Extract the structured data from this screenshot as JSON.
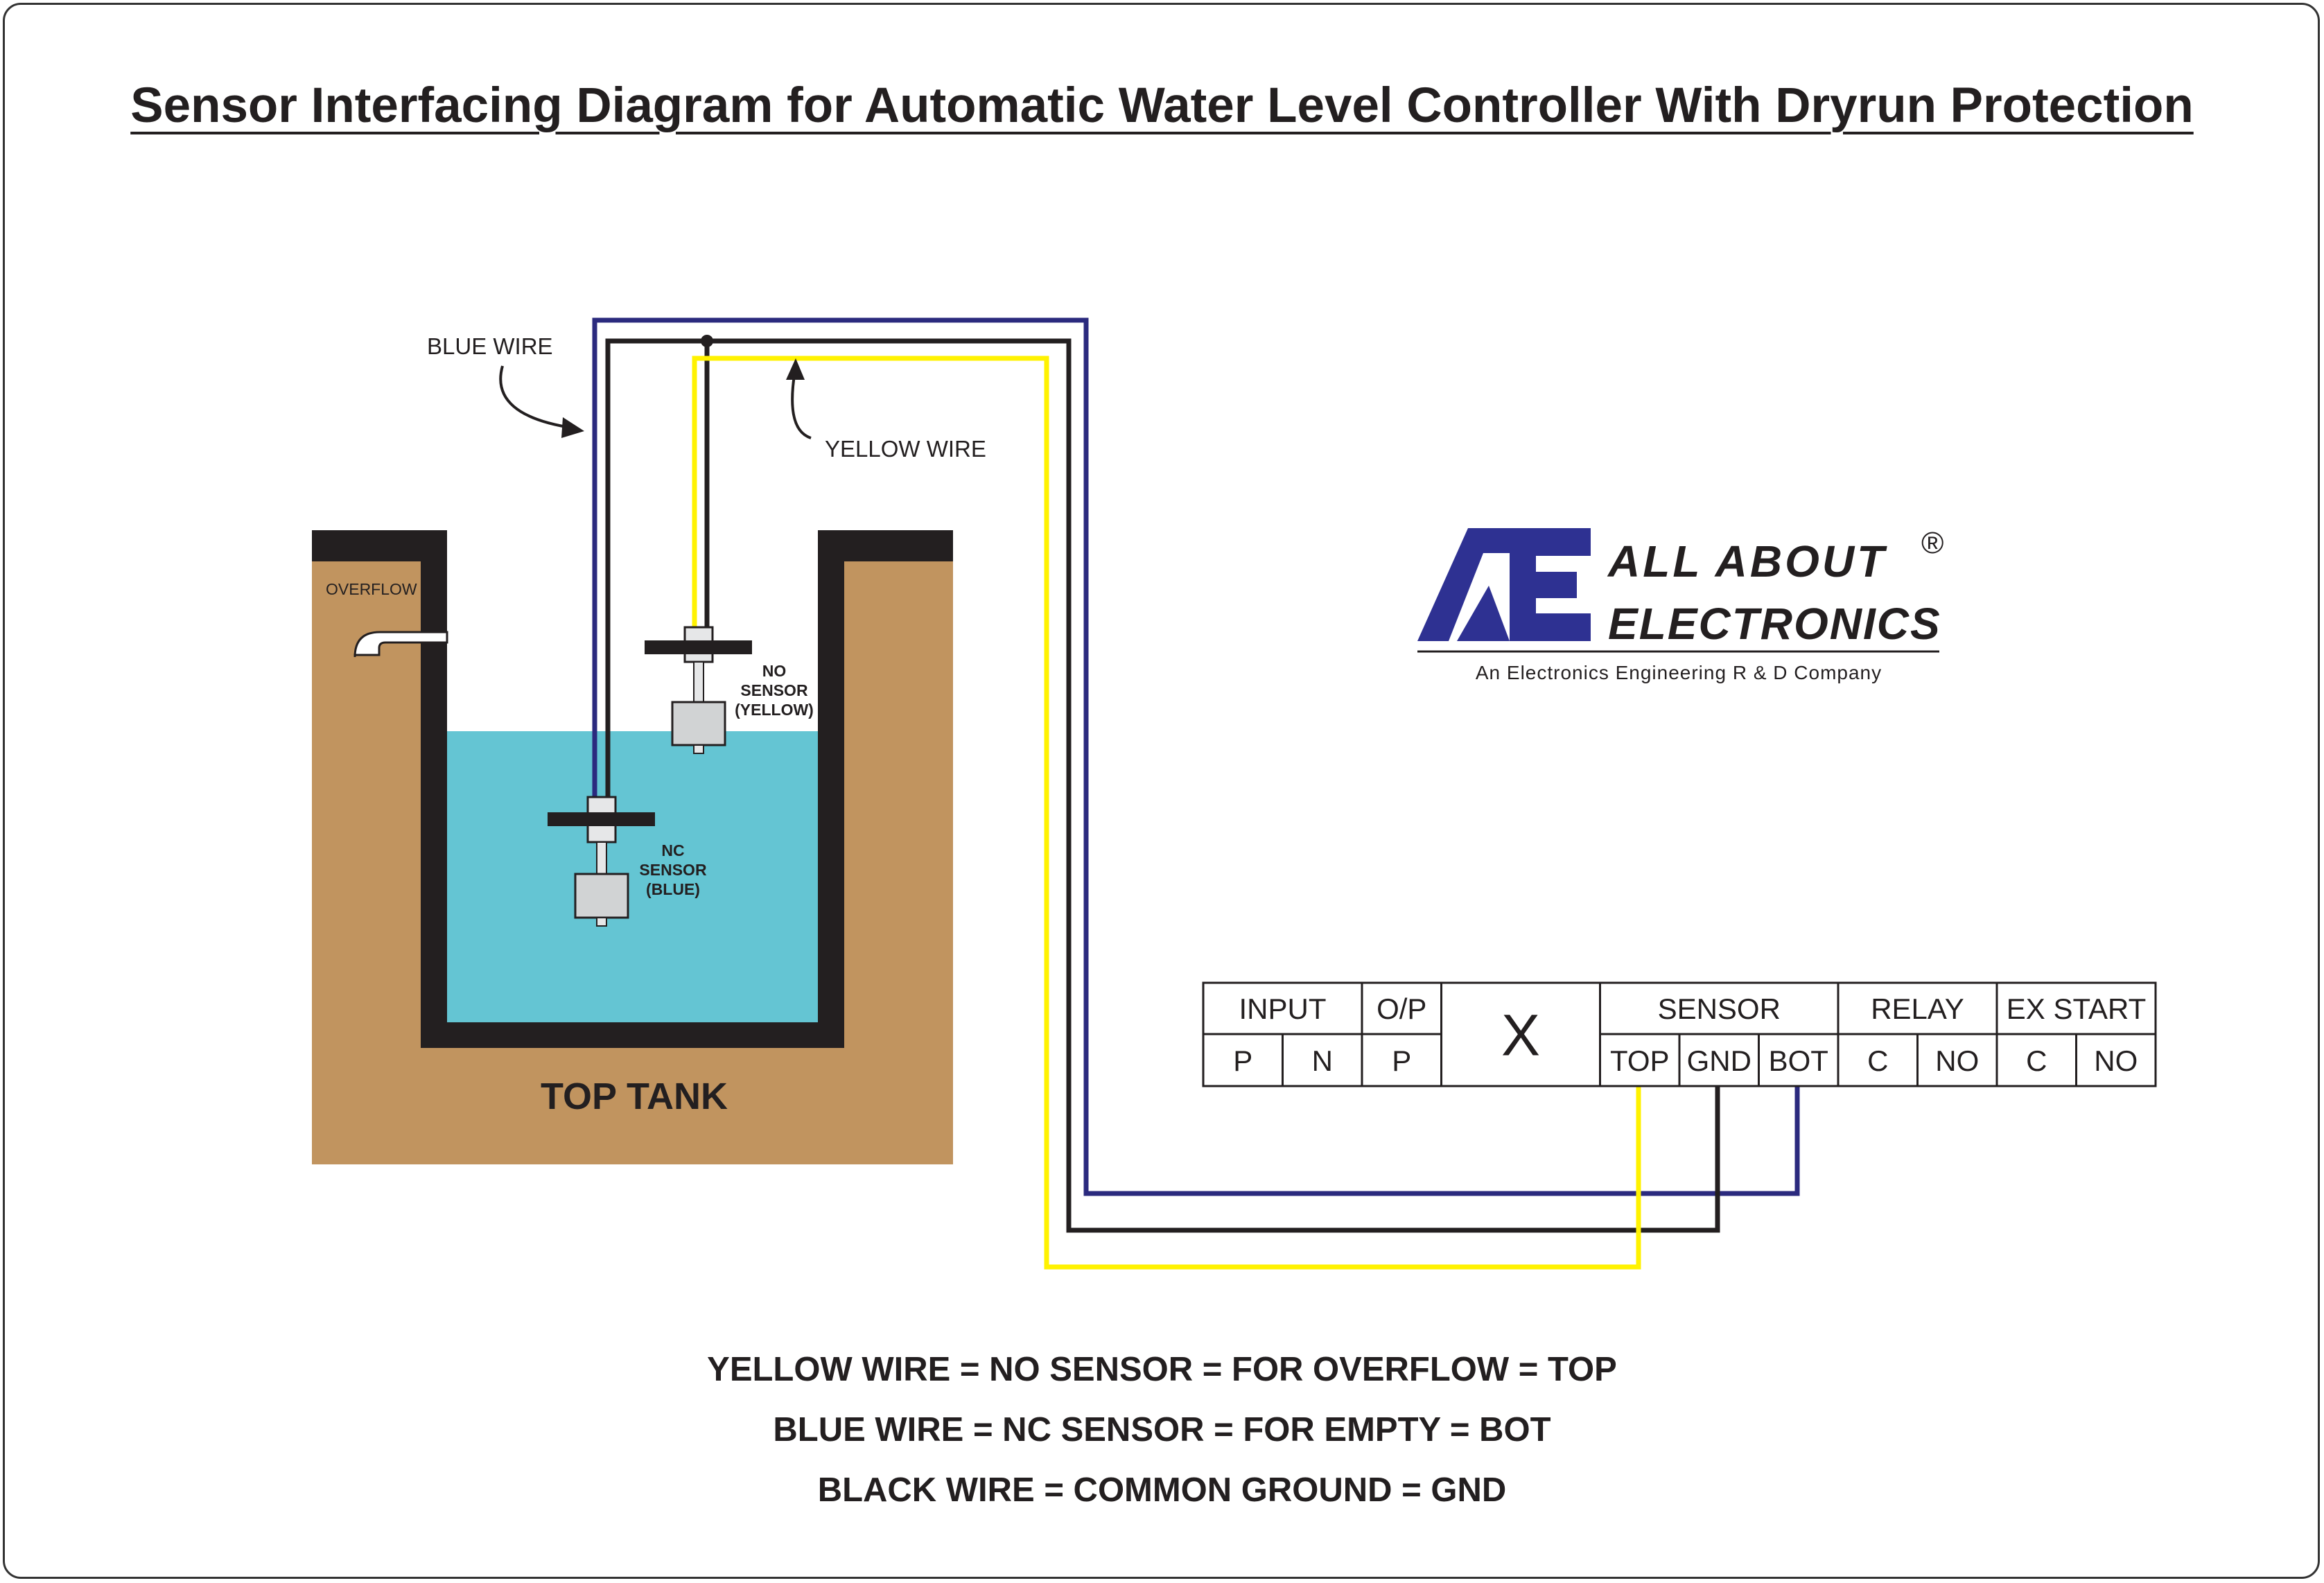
{
  "title": "Sensor Interfacing Diagram for Automatic Water Level Controller With Dryrun Protection",
  "colors": {
    "blue_wire": "#2b2a7e",
    "yellow_wire": "#fff200",
    "black_wire": "#231f20",
    "tank_ground": "#c1945f",
    "tank_wall": "#231f20",
    "water": "#64c5d3",
    "logo_blue": "#2e3192"
  },
  "tank": {
    "label": "TOP TANK",
    "overflow_label": "OVERFLOW",
    "no_sensor_label": [
      "NO",
      "SENSOR",
      "(YELLOW)"
    ],
    "nc_sensor_label": [
      "NC",
      "SENSOR",
      "(BLUE)"
    ]
  },
  "callouts": {
    "blue_wire": "BLUE WIRE",
    "yellow_wire": "YELLOW WIRE"
  },
  "logo": {
    "line1": "ALL ABOUT",
    "line2": "ELECTRONICS",
    "registered": "®",
    "tagline": "An Electronics Engineering R & D Company"
  },
  "terminal_block": {
    "groups": [
      {
        "label": "INPUT",
        "terminals": [
          "P",
          "N"
        ]
      },
      {
        "label": "O/P",
        "terminals": [
          "P"
        ]
      },
      {
        "label": "X",
        "terminals": []
      },
      {
        "label": "SENSOR",
        "terminals": [
          "TOP",
          "GND",
          "BOT"
        ]
      },
      {
        "label": "RELAY",
        "terminals": [
          "C",
          "NO"
        ]
      },
      {
        "label": "EX START",
        "terminals": [
          "C",
          "NO"
        ]
      }
    ]
  },
  "legend": [
    "YELLOW WIRE = NO SENSOR = FOR OVERFLOW = TOP",
    "BLUE WIRE = NC SENSOR = FOR EMPTY = BOT",
    "BLACK WIRE = COMMON GROUND = GND"
  ]
}
